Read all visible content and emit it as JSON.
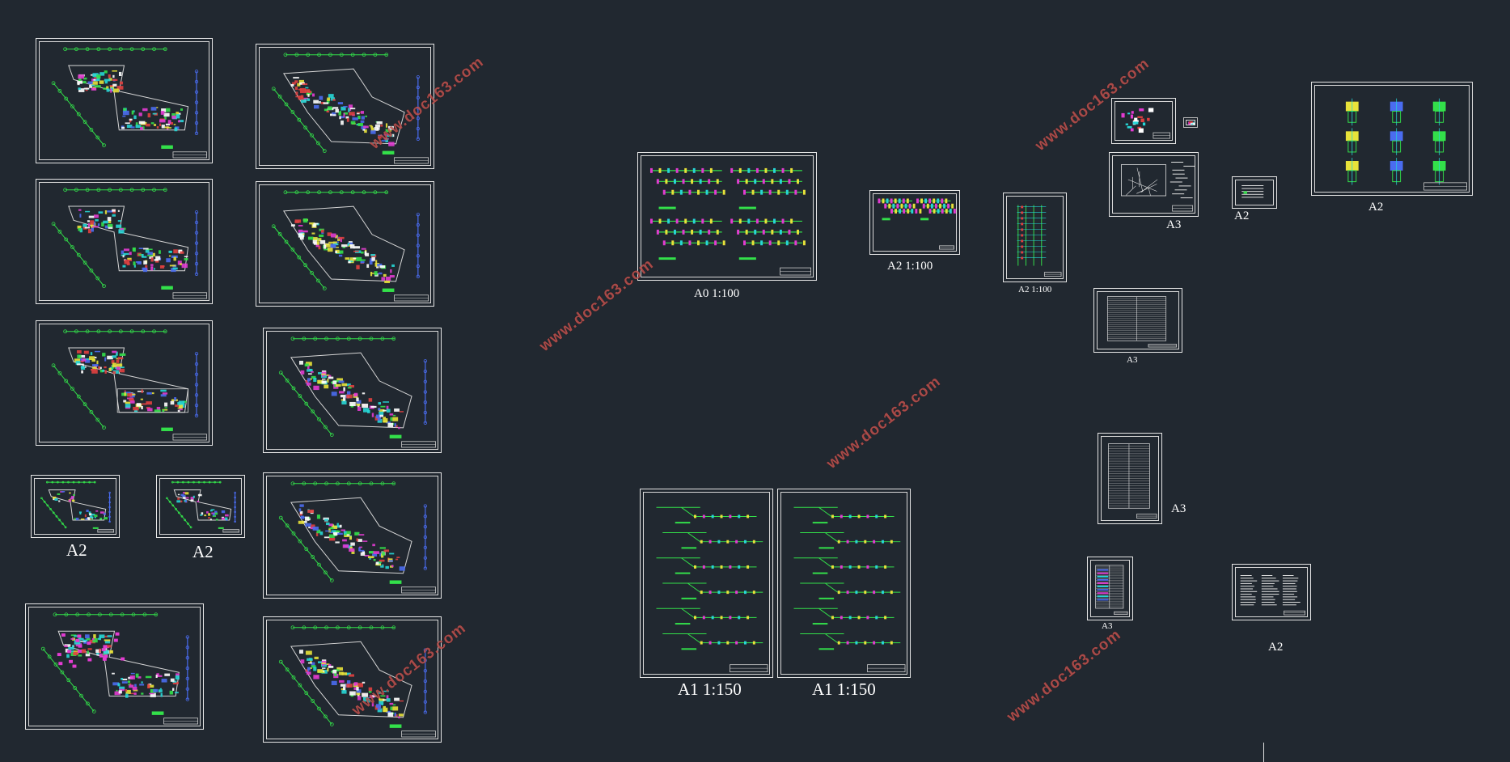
{
  "app": {
    "title": ""
  },
  "sheets": [
    {
      "id": "s01",
      "kind": "floorplan-a",
      "label": ""
    },
    {
      "id": "s02",
      "kind": "floorplan-b",
      "label": ""
    },
    {
      "id": "s03",
      "kind": "floorplan-a",
      "label": ""
    },
    {
      "id": "s04",
      "kind": "floorplan-b",
      "label": ""
    },
    {
      "id": "s05",
      "kind": "floorplan-a2",
      "label": ""
    },
    {
      "id": "s06",
      "kind": "floorplan-b",
      "label": ""
    },
    {
      "id": "s07",
      "kind": "small-plan",
      "label": "A2"
    },
    {
      "id": "s08",
      "kind": "small-plan",
      "label": "A2"
    },
    {
      "id": "s09",
      "kind": "floorplan-b",
      "label": ""
    },
    {
      "id": "s10",
      "kind": "floorplan-c",
      "label": ""
    },
    {
      "id": "s11",
      "kind": "floorplan-b",
      "label": ""
    },
    {
      "id": "s12",
      "kind": "system-diagram",
      "label": "A0  1:100"
    },
    {
      "id": "s13",
      "kind": "system-diagram-sm",
      "label": "A2  1:100"
    },
    {
      "id": "s14",
      "kind": "riser",
      "label": "A2  1:100"
    },
    {
      "id": "s15",
      "kind": "detail-sm",
      "label": ""
    },
    {
      "id": "s16",
      "kind": "schematic",
      "label": "A3"
    },
    {
      "id": "s17",
      "kind": "legend-sm",
      "label": "A2"
    },
    {
      "id": "s18",
      "kind": "details",
      "label": "A2"
    },
    {
      "id": "s19",
      "kind": "table",
      "label": "A3"
    },
    {
      "id": "s20",
      "kind": "table-tall",
      "label": "A3"
    },
    {
      "id": "s21",
      "kind": "table-small",
      "label": "A3"
    },
    {
      "id": "s22",
      "kind": "notes",
      "label": "A2"
    },
    {
      "id": "s23",
      "kind": "isometric",
      "label": "A1  1:150"
    },
    {
      "id": "s24",
      "kind": "isometric",
      "label": "A1  1:150"
    }
  ],
  "watermarks": [
    "www.doc163.com",
    "www.doc163.com",
    "www.doc163.com",
    "www.doc163.com",
    "www.doc163.com"
  ],
  "colors": {
    "background": "#212830",
    "frame": "#e6e6e6",
    "green": "#33e04a",
    "cyan": "#27d6d6",
    "magenta": "#e23bd1",
    "yellow": "#e8e23a",
    "red": "#e04040",
    "blue": "#4a6cf0",
    "watermark": "#c0504d"
  },
  "icons": [
    "cad-drawing-thumbnail",
    "title-block"
  ]
}
